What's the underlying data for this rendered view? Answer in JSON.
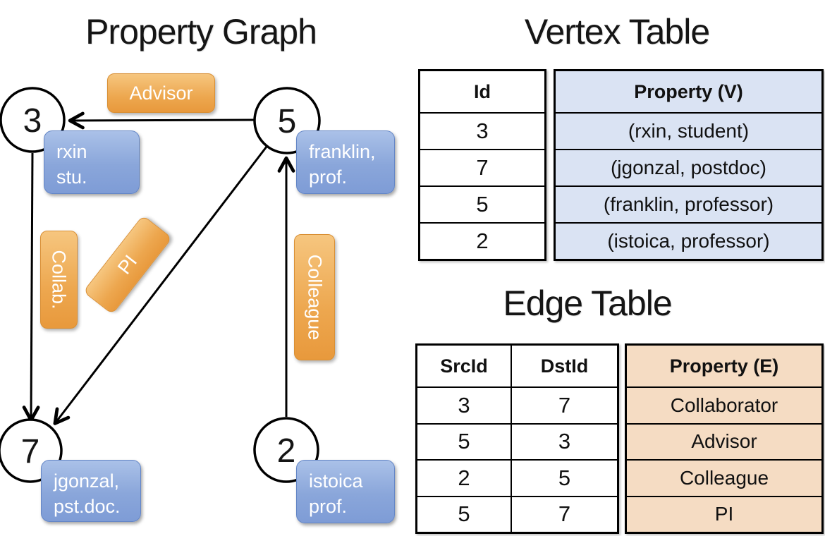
{
  "slide": {
    "graph_title": "Property Graph",
    "vertex_table_title": "Vertex Table",
    "edge_table_title": "Edge Table"
  },
  "graph": {
    "nodes": [
      {
        "id": "3",
        "line1": "rxin",
        "line2": "stu."
      },
      {
        "id": "5",
        "line1": "franklin,",
        "line2": "prof."
      },
      {
        "id": "7",
        "line1": "jgonzal,",
        "line2": "pst.doc."
      },
      {
        "id": "2",
        "line1": "istoica",
        "line2": "prof."
      }
    ],
    "edge_labels": {
      "advisor": "Advisor",
      "collab": "Collab.",
      "pi": "PI",
      "colleague": "Colleague"
    }
  },
  "vertex_table": {
    "headers": {
      "id": "Id",
      "property": "Property (V)"
    },
    "rows": [
      {
        "id": "3",
        "property": "(rxin, student)"
      },
      {
        "id": "7",
        "property": "(jgonzal, postdoc)"
      },
      {
        "id": "5",
        "property": "(franklin, professor)"
      },
      {
        "id": "2",
        "property": "(istoica, professor)"
      }
    ]
  },
  "edge_table": {
    "headers": {
      "src": "SrcId",
      "dst": "DstId",
      "property": "Property (E)"
    },
    "rows": [
      {
        "src": "3",
        "dst": "7",
        "property": "Collaborator"
      },
      {
        "src": "5",
        "dst": "3",
        "property": "Advisor"
      },
      {
        "src": "2",
        "dst": "5",
        "property": "Colleague"
      },
      {
        "src": "5",
        "dst": "7",
        "property": "PI"
      }
    ]
  },
  "colors": {
    "edge_label_fill": "#eda74f",
    "vertex_label_fill": "#8aa6da",
    "vertex_property_fill": "#dae3f3",
    "edge_property_fill": "#f5dcc3",
    "line": "#000000"
  }
}
